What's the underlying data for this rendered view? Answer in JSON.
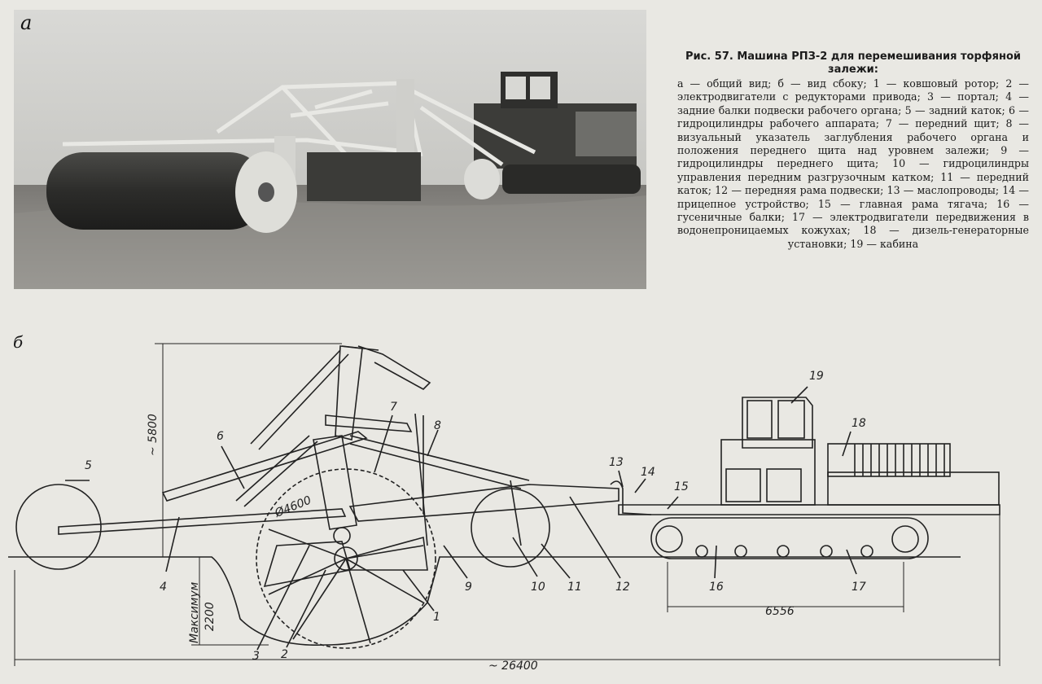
{
  "figure": {
    "panel_a_label": "а",
    "panel_b_label": "б",
    "caption_title": "Рис. 57. Машина РПЗ-2 для перемешивания торфяной залежи:",
    "caption_body": "а — общий вид; б — вид сбоку; 1 — ковшовый ротор; 2 — электродвигатели с редукторами привода; 3 — портал; 4 — задние балки подвески рабочего органа; 5 — задний каток; 6 — гидроцилиндры рабочего аппарата; 7 — передний щит; 8 — визуальный указатель заглубления рабочего органа и положения переднего щита над уровнем залежи; 9 — гидроцилиндры переднего щита; 10 — гидроцилиндры управления передним разгрузочным катком; 11 — передний каток; 12 — передняя рама подвески; 13 — маслопроводы; 14 — прицепное устройство; 15 — главная рама тягача; 16 — гусеничные балки; 17 — электродвигатели передвижения в водонепроницаемых кожухах; 18 — дизель-генераторные установки; 19 — кабина"
  },
  "drawing": {
    "dim_height": "~ 5800",
    "dim_rotor_diameter": "Ø4600",
    "dim_depth_label": "Максимум",
    "dim_depth_value": "2200",
    "dim_track": "6556",
    "dim_total": "~ 26400",
    "callouts": [
      "1",
      "2",
      "3",
      "4",
      "5",
      "6",
      "7",
      "8",
      "9",
      "10",
      "11",
      "12",
      "13",
      "14",
      "15",
      "16",
      "17",
      "18",
      "19"
    ]
  }
}
